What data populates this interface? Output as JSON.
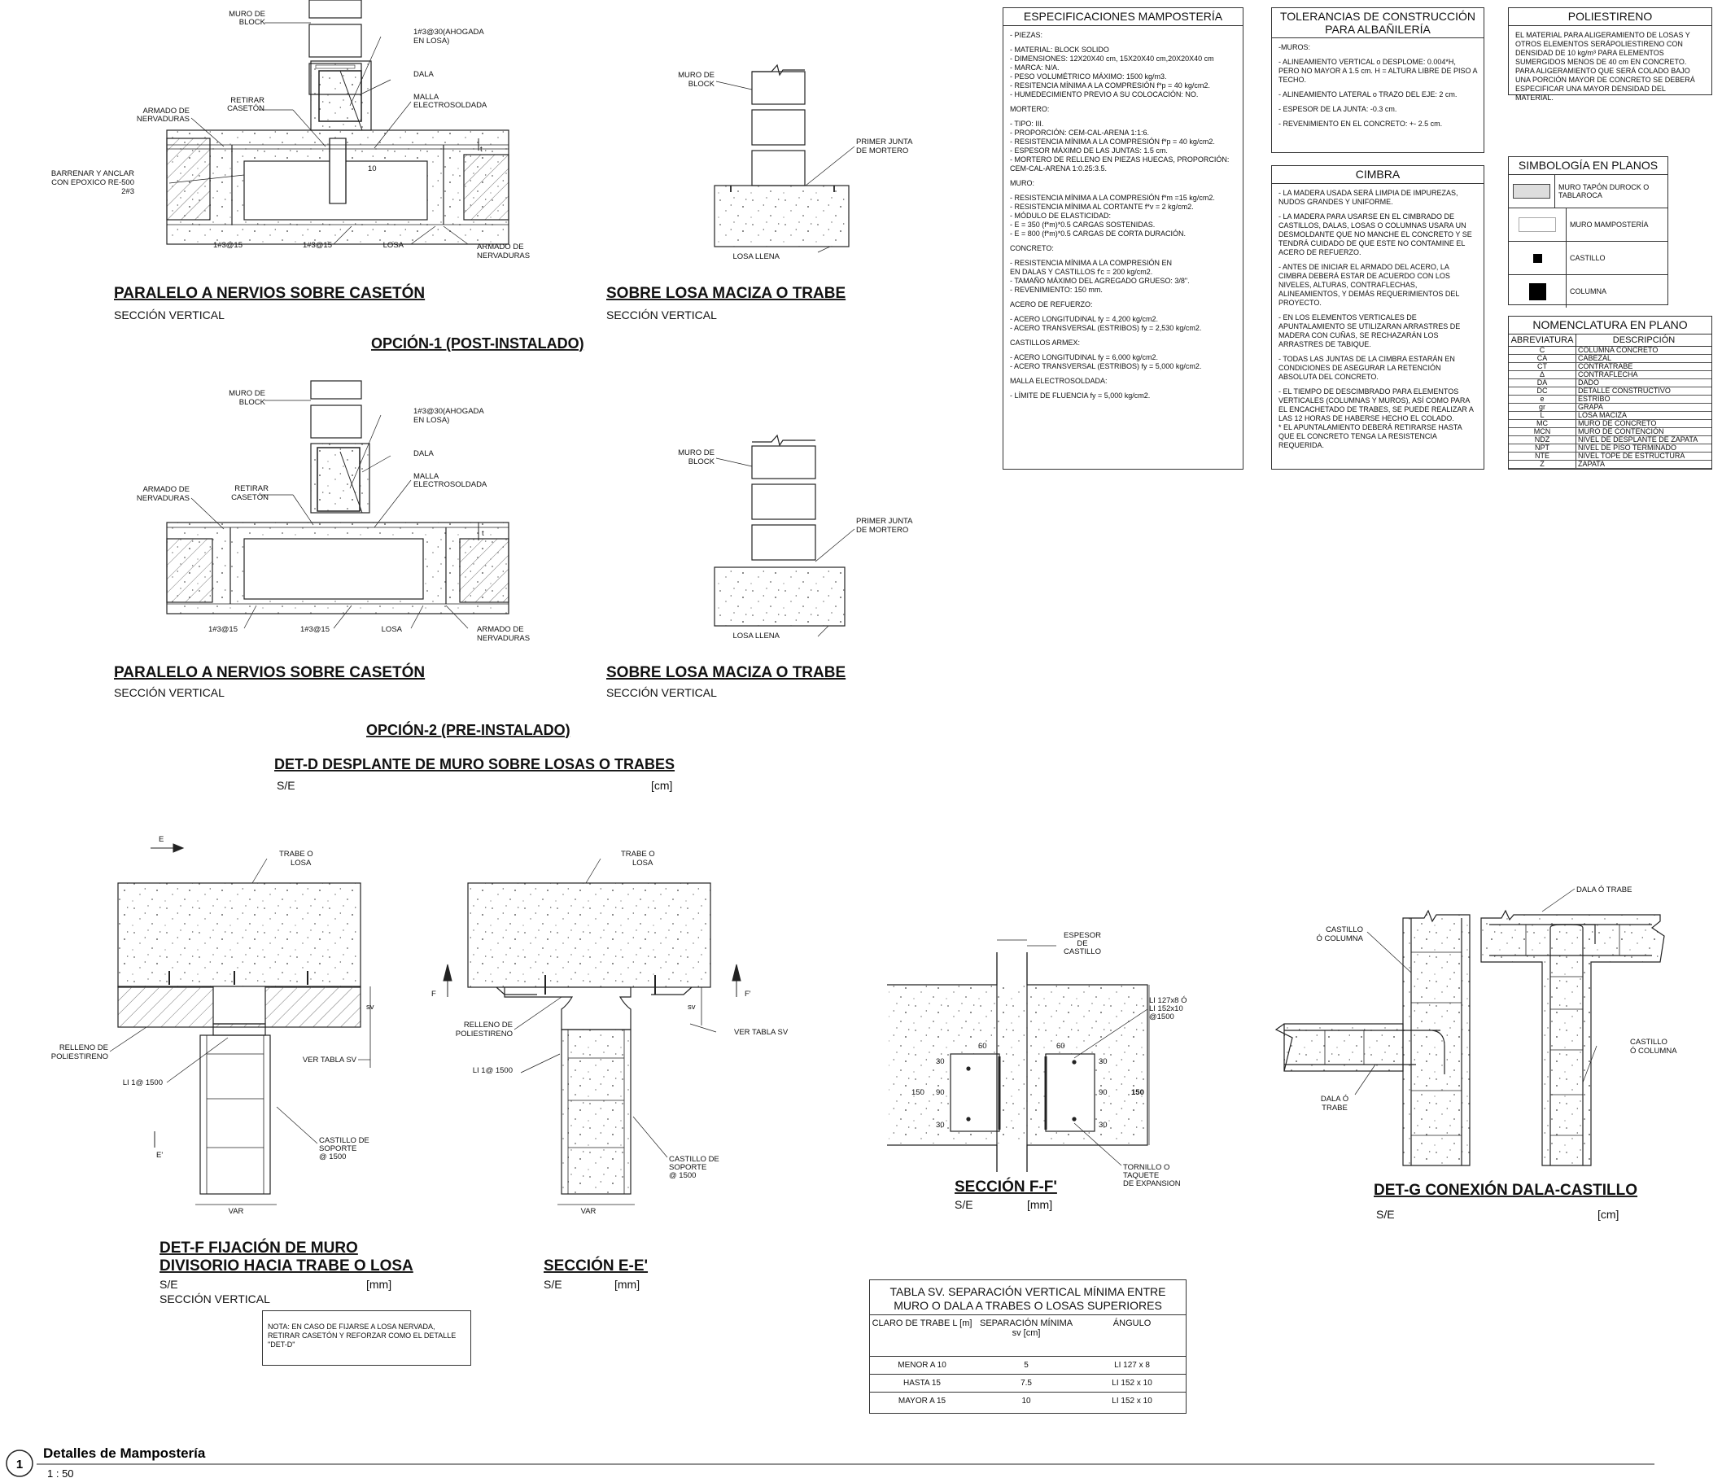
{
  "det_d": {
    "opcion1": "OPCIÓN-1 (POST-INSTALADO)",
    "opcion2": "OPCIÓN-2 (PRE-INSTALADO)",
    "title": "DET-D DESPLANTE DE MURO SOBRE LOSAS O TRABES",
    "scale": "S/E",
    "units": "[cm]",
    "left_title": "PARALELO A NERVIOS SOBRE CASETÓN",
    "right_title": "SOBRE LOSA MACIZA O TRABE",
    "subtitle": "SECCIÓN VERTICAL",
    "labels": {
      "muro_de": "MURO DE",
      "block": "BLOCK",
      "ahogada_1": "1#3@30(AHOGADA",
      "ahogada_2": "EN LOSA)",
      "dala": "DALA",
      "malla": "MALLA",
      "electrosoldada": "ELECTROSOLDADA",
      "retirar": "RETIRAR",
      "caseton": "CASETÓN",
      "armado_de": "ARMADO DE",
      "nervaduras": "NERVADURAS",
      "barrenar_1": "BARRENAR Y ANCLAR",
      "barrenar_2": "CON EPOXICO RE-500",
      "barrenar_3": "2#3",
      "dim_10": "10",
      "t": "t",
      "r1": "1#3@15",
      "losa": "LOSA",
      "primer_junta": "PRIMER JUNTA",
      "de_mortero": "DE MORTERO",
      "losa_llena": "LOSA LLENA"
    }
  },
  "det_f": {
    "title_1": "DET-F FIJACIÓN DE MURO",
    "title_2": "DIVISORIO HACIA TRABE O LOSA",
    "scale": "S/E",
    "units": "[mm]",
    "subtitle": "SECCIÓN VERTICAL",
    "labels": {
      "trabe_o": "TRABE O",
      "losa": "LOSA",
      "relleno_1": "RELLENO DE",
      "relleno_2": "POLIESTIRENO",
      "li": "LI 1@ 1500",
      "ver_tabla": "VER TABLA SV",
      "castillo_1": "CASTILLO DE",
      "castillo_2": "SOPORTE",
      "castillo_3": "@ 1500",
      "var": "VAR",
      "sv": "sv",
      "e": "E",
      "e_prime": "E'",
      "f": "F",
      "f_prime": "F'"
    },
    "note": "NOTA: EN CASO DE FIJARSE A LOSA NERVADA, RETIRAR CASETÓN Y REFORZAR COMO EL DETALLE \"DET-D\""
  },
  "seccion_ee": {
    "title": "SECCIÓN E-E'",
    "scale": "S/E",
    "units": "[mm]"
  },
  "seccion_ff": {
    "title": "SECCIÓN F-F'",
    "scale": "S/E",
    "units": "[mm]",
    "labels": {
      "espesor_1": "ESPESOR",
      "espesor_2": "DE",
      "espesor_3": "CASTILLO",
      "li_1": "LI 127x8 Ó",
      "li_2": "LI 152x10",
      "li_3": "@1500",
      "tornillo_1": "TORNILLO O",
      "tornillo_2": "TAQUETE",
      "tornillo_3": "DE EXPANSION",
      "d60": "60",
      "d30": "30",
      "d90": "90",
      "d150": "150"
    }
  },
  "det_g": {
    "title": "DET-G CONEXIÓN DALA-CASTILLO",
    "scale": "S/E",
    "units": "[cm]",
    "labels": {
      "castillo_1": "CASTILLO",
      "castillo_2": "Ó COLUMNA",
      "dala_1": "DALA Ó",
      "dala_2": "TRABE",
      "dala_trabe": "DALA Ó TRABE"
    }
  },
  "tabla_sv": {
    "title_1": "TABLA SV. SEPARACIÓN VERTICAL MÍNIMA ENTRE",
    "title_2": "MURO O DALA A TRABES O LOSAS SUPERIORES",
    "headers": [
      "CLARO DE TRABE  L [m]",
      "SEPARACIÓN MÍNIMA sv  [cm]",
      "ÁNGULO"
    ],
    "rows": [
      [
        "MENOR A 10",
        "5",
        "LI 127 x 8"
      ],
      [
        "HASTA 15",
        "7.5",
        "LI 152 x 10"
      ],
      [
        "MAYOR A 15",
        "10",
        "LI 152 x 10"
      ]
    ]
  },
  "especificaciones": {
    "title": "ESPECIFICACIONES MAMPOSTERÍA",
    "paragraphs": [
      "- PIEZAS:",
      "- MATERIAL: BLOCK SOLIDO\n- DIMENSIONES: 12X20X40 cm, 15X20X40 cm,20X20X40 cm\n- MARCA: N/A.\n- PESO VOLUMÉTRICO MÁXIMO: 1500 kg/m3.\n- RESITENCIA MÍNIMA A LA COMPRESIÓN f*p = 40 kg/cm2.\n- HUMEDECIMIENTO PREVIO A SU COLOCACIÓN: NO.",
      "MORTERO:",
      "- TIPO: III.\n- PROPORCIÓN: CEM-CAL-ARENA 1:1:6.\n- RESISTENCIA MÍNIMA A LA COMPRESIÓN f*p = 40 kg/cm2.\n- ESPESOR MÁXIMO DE LAS JUNTAS: 1.5 cm.\n- MORTERO DE RELLENO EN PIEZAS HUECAS, PROPORCIÓN: CEM-CAL-ARENA 1:0.25:3.5.",
      "MURO:",
      "- RESISTENCIA MÍNIMA A LA COMPRESIÓN f*m =15 kg/cm2.\n- RESISTENCIA MÍNIMA AL CORTANTE f*v = 2 kg/cm2.\n- MÓDULO DE ELASTICIDAD:\n- E = 350 (f*m)*0.5          CARGAS SOSTENIDAS.\n- E = 800 (f*m)*0.5          CARGAS DE CORTA DURACIÓN.",
      "CONCRETO:",
      "- RESISTENCIA MÍNIMA A LA COMPRESIÓN EN\n  EN DALAS Y CASTILLOS f'c = 200 kg/cm2.\n- TAMAÑO MÁXIMO DEL AGREGADO GRUESO: 3/8\".\n- REVENIMIENTO: 150 mm.",
      "ACERO DE REFUERZO:",
      "- ACERO LONGITUDINAL fy = 4,200 kg/cm2.\n- ACERO TRANSVERSAL (ESTRIBOS) fy = 2,530 kg/cm2.",
      "CASTILLOS ARMEX:",
      "- ACERO LONGITUDINAL fy = 6,000 kg/cm2.\n- ACERO TRANSVERSAL (ESTRIBOS) fy = 5,000 kg/cm2.",
      "MALLA ELECTROSOLDADA:",
      "- LÍMITE DE FLUENCIA fy = 5,000 kg/cm2."
    ]
  },
  "tolerancias": {
    "title": "TOLERANCIAS DE CONSTRUCCIÓN PARA ALBAÑILERÍA",
    "paragraphs": [
      "-MUROS:",
      "- ALINEAMIENTO VERTICAL o DESPLOME:   0.004*H, PERO NO MAYOR A 1.5 cm.  H = ALTURA LIBRE DE PISO A TECHO.",
      "- ALINEAMIENTO LATERAL o TRAZO DEL EJE: 2 cm.",
      "- ESPESOR DE LA JUNTA: -0.3 cm.",
      "- REVENIMIENTO EN EL CONCRETO: +- 2.5 cm."
    ]
  },
  "cimbra": {
    "title": "CIMBRA",
    "paragraphs": [
      "-  LA MADERA USADA SERÁ LIMPIA DE IMPUREZAS, NUDOS GRANDES Y UNIFORME.",
      "-  LA MADERA PARA USARSE EN EL CIMBRADO DE CASTILLOS, DALAS, LOSAS O COLUMNAS USARA UN DESMOLDANTE QUE NO MANCHE EL CONCRETO Y SE TENDRÁ CUIDADO DE QUE ESTE NO CONTAMINE EL ACERO DE REFUERZO.",
      "-  ANTES DE INICIAR EL ARMADO DEL ACERO, LA CIMBRA DEBERÁ ESTAR DE ACUERDO CON LOS NIVELES, ALTURAS, CONTRAFLECHAS, ALINEAMIENTOS, Y DEMÁS REQUERIMIENTOS DEL PROYECTO.",
      "-  EN LOS ELEMENTOS VERTICALES DE APUNTALAMIENTO SE UTILIZARAN ARRASTRES DE MADERA CON CUÑAS, SE RECHAZARÁN LOS ARRASTRES DE TABIQUE.",
      "-  TODAS LAS JUNTAS DE LA CIMBRA ESTARÁN EN CONDICIONES DE ASEGURAR LA RETENCIÓN ABSOLUTA DEL CONCRETO.",
      "-  EL TIEMPO DE DESCIMBRADO PARA ELEMENTOS VERTICALES (COLUMNAS Y MUROS), ASÍ COMO PARA EL ENCACHETADO DE TRABES, SE PUEDE REALIZAR A LAS 12 HORAS DE HABERSE  HECHO EL COLADO.\n* EL APUNTALAMIENTO DEBERÁ RETIRARSE HASTA QUE EL CONCRETO TENGA LA RESISTENCIA REQUERIDA."
    ]
  },
  "poliestireno": {
    "title": "POLIESTIRENO",
    "text": "EL MATERIAL PARA ALIGERAMIENTO DE LOSAS Y OTROS ELEMENTOS SERÁPOLIESTIRENO CON DENSIDAD DE 10 kg/m³ PARA ELEMENTOS SUMERGIDOS MENOS DE 40 cm EN CONCRETO. PARA ALIGERAMIENTO QUE SERÁ COLADO BAJO UNA PORCIÓN MAYOR DE CONCRETO SE DEBERÁ ESPECIFICAR UNA MAYOR DENSIDAD DEL MATERIAL."
  },
  "simbologia": {
    "title": "SIMBOLOGÍA EN PLANOS",
    "items": [
      {
        "label": "MURO TAPÓN DUROCK O TABLAROCA",
        "icon": "gray-rect-swatch"
      },
      {
        "label": "MURO MAMPOSTERÍA",
        "icon": "white-rect-swatch"
      },
      {
        "label": "CASTILLO",
        "icon": "small-black-square"
      },
      {
        "label": "COLUMNA",
        "icon": "large-black-square"
      }
    ]
  },
  "nomenclatura": {
    "title": "NOMENCLATURA EN PLANO",
    "headers": [
      "ABREVIATURA",
      "DESCRIPCIÓN"
    ],
    "rows": [
      [
        "C",
        "COLUMNA CONCRETO"
      ],
      [
        "CA",
        "CABEZAL"
      ],
      [
        "CT",
        "CONTRATRABE"
      ],
      [
        "Δ",
        "CONTRAFLECHA"
      ],
      [
        "DA",
        "DADO"
      ],
      [
        "DC",
        "DETALLE CONSTRUCTIVO"
      ],
      [
        "e",
        "ESTRIBO"
      ],
      [
        "gr",
        "GRAPA"
      ],
      [
        "L",
        "LOSA MACIZA"
      ],
      [
        "MC",
        "MURO DE CONCRETO"
      ],
      [
        "MCN",
        "MURO DE CONTENCIÓN"
      ],
      [
        "NDZ",
        "NIVEL DE  DESPLANTE DE ZAPATA"
      ],
      [
        "NPT",
        "NIVEL DE PISO TERMINADO"
      ],
      [
        "NTE",
        "NIVEL TOPE DE ESTRUCTURA"
      ],
      [
        "Z",
        "ZAPATA"
      ]
    ]
  },
  "footer": {
    "number": "1",
    "title": "Detalles de Mampostería",
    "scale": "1 : 50"
  }
}
